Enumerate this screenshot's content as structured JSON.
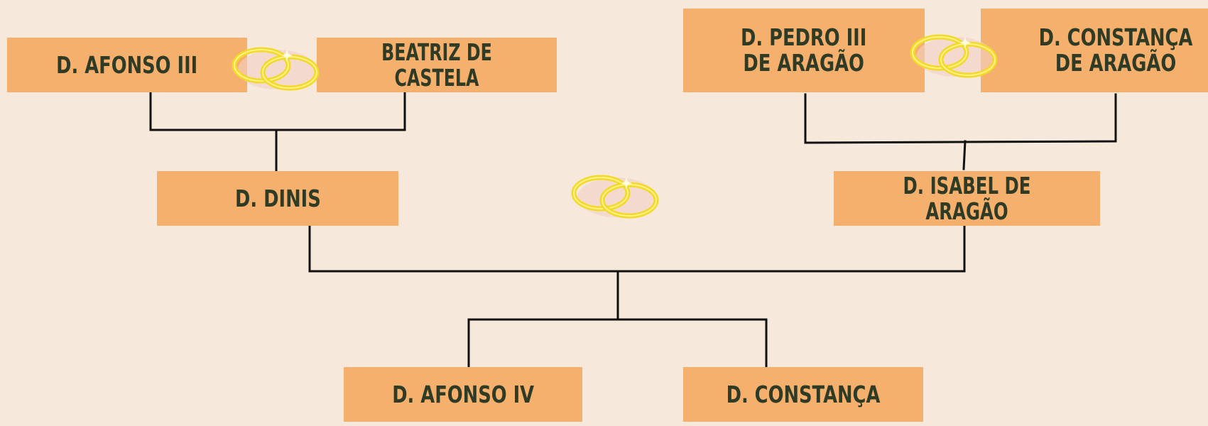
{
  "tree": {
    "grandparents_left": {
      "husband": "D. AFONSO III",
      "wife": "BEATRIZ DE CASTELA"
    },
    "grandparents_right": {
      "husband": "D. PEDRO III\nDE ARAGÃO",
      "wife": "D. CONSTANÇA\nDE ARAGÃO"
    },
    "parents": {
      "father": "D. DINIS",
      "mother": "D. ISABEL DE ARAGÃO"
    },
    "children": [
      "D. AFONSO IV",
      "D. CONSTANÇA"
    ]
  },
  "icons": {
    "marriage": "wedding-rings-icon"
  },
  "colors": {
    "background": "#f6e9db",
    "box": "#f5b06e",
    "text": "#2f3b25",
    "line": "#111111",
    "ring": "#f4e23a"
  }
}
